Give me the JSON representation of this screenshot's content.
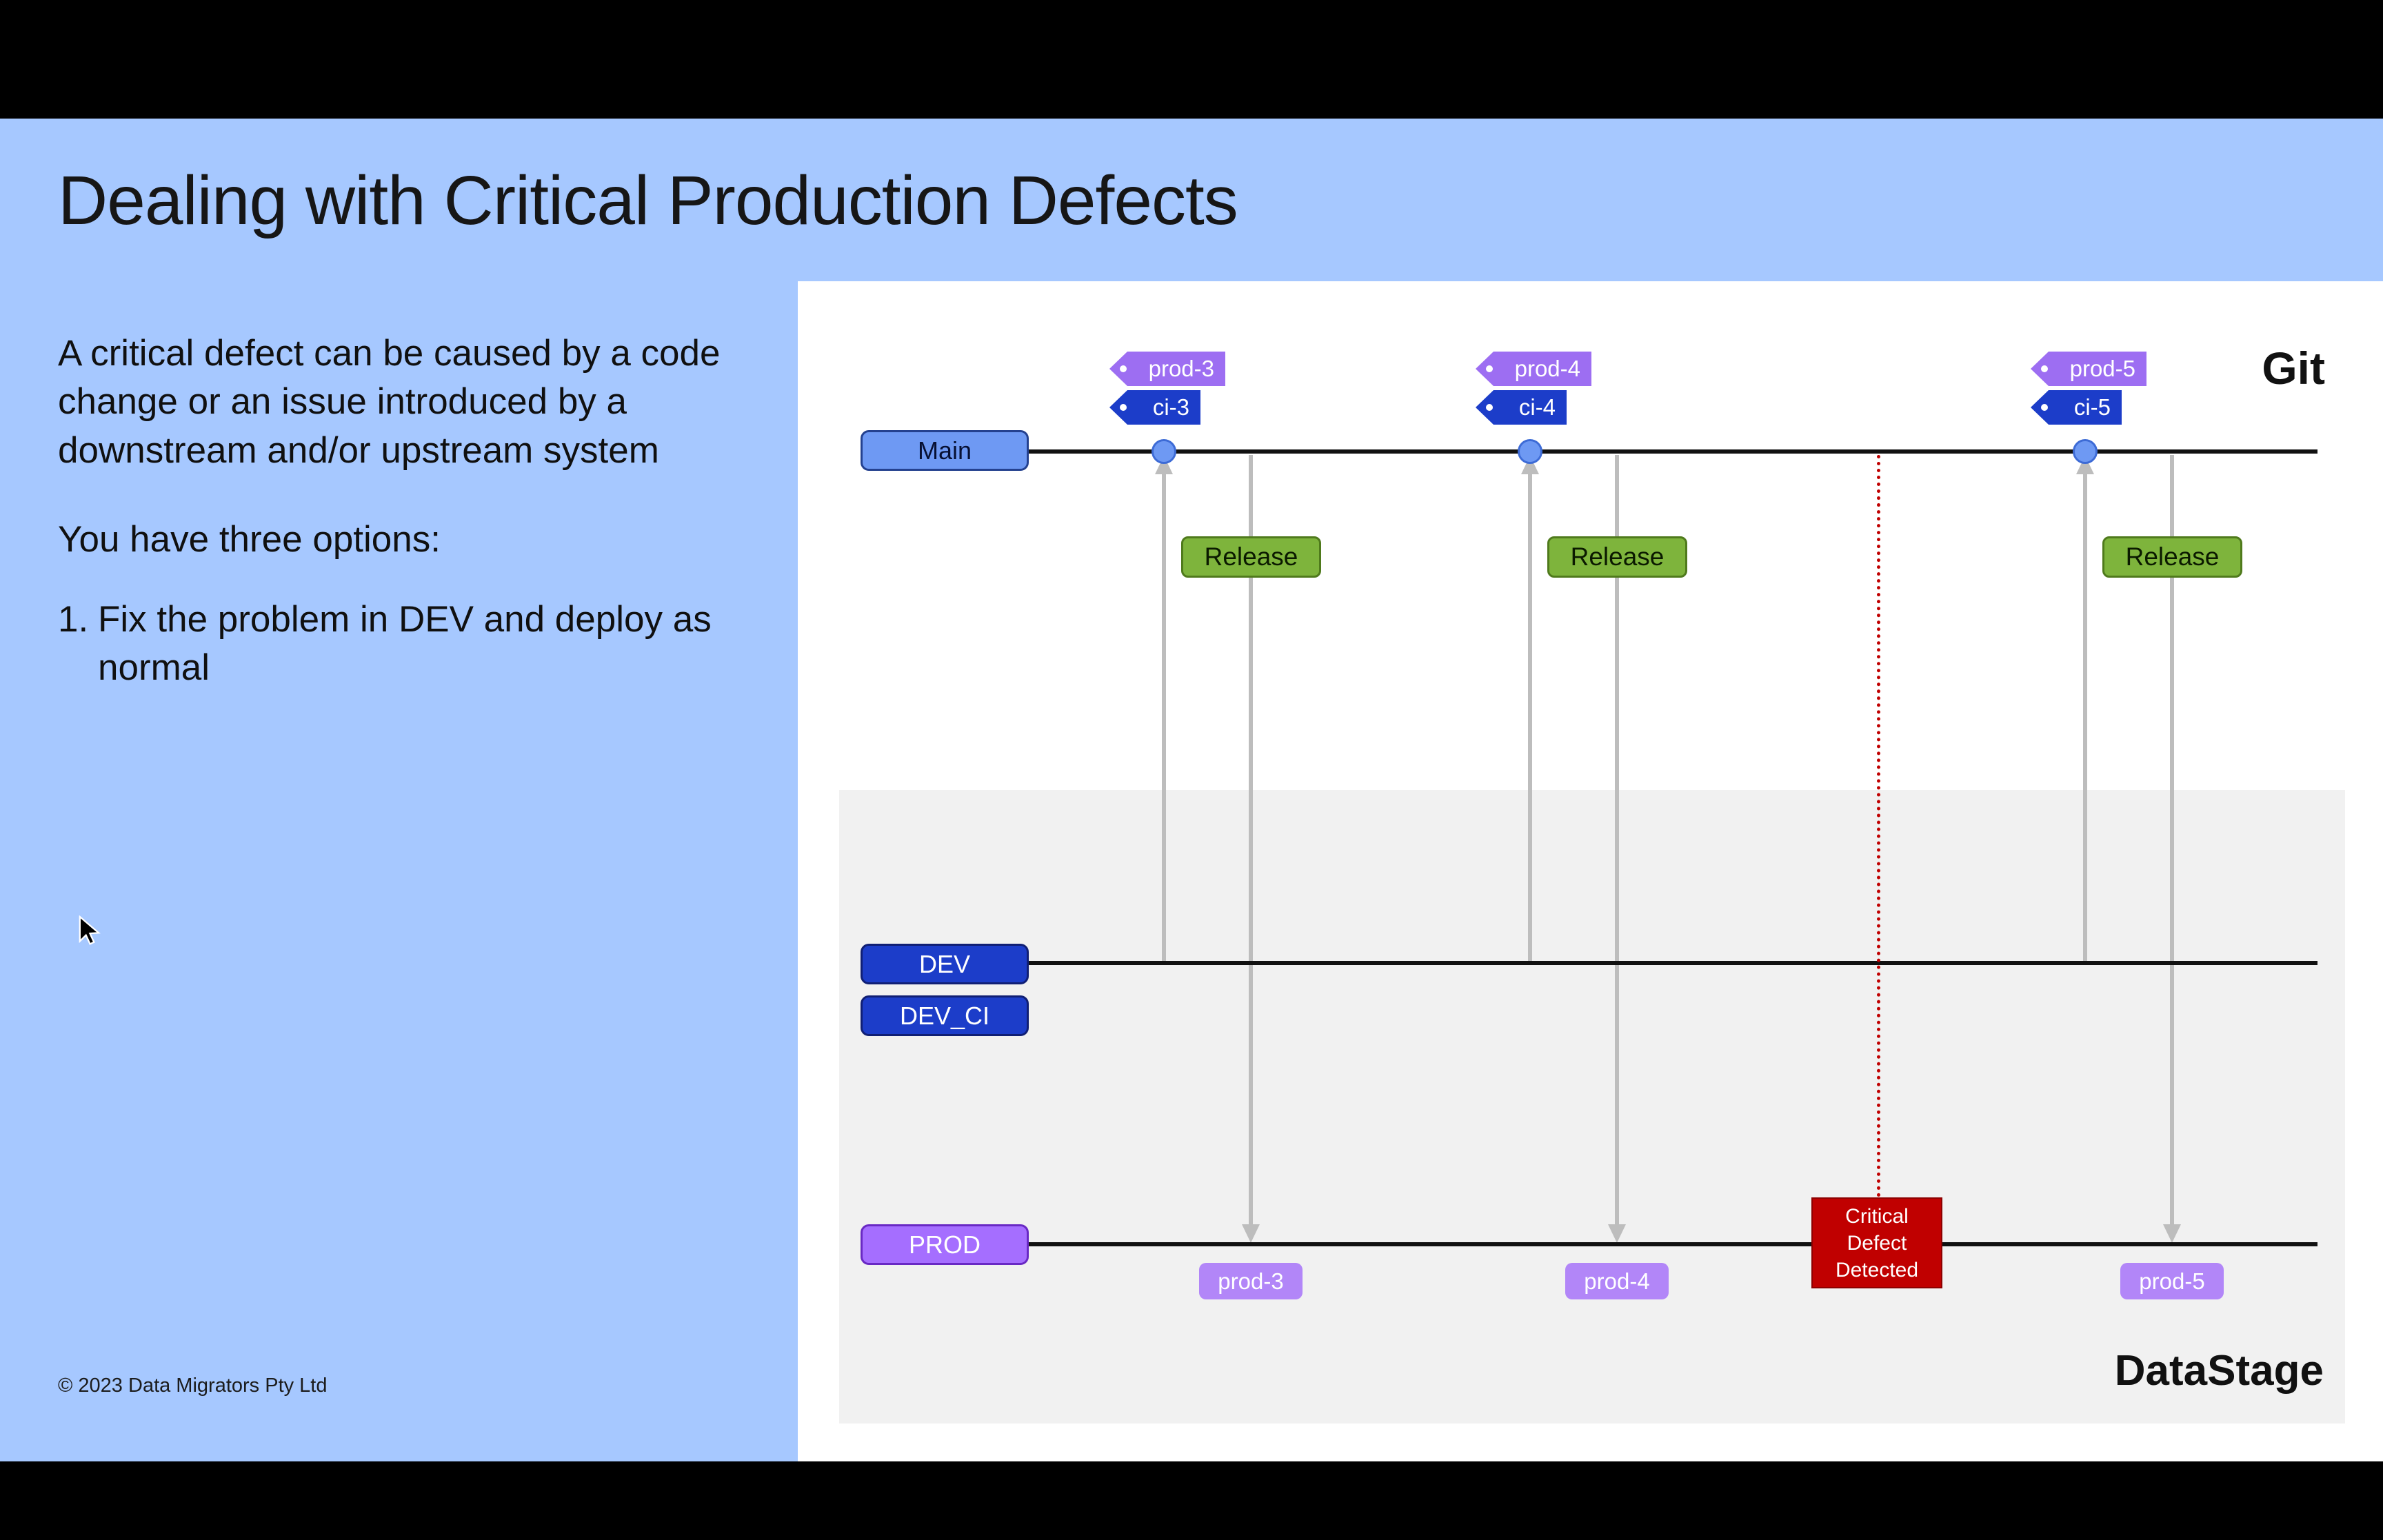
{
  "slide": {
    "title": "Dealing with Critical Production Defects",
    "body": {
      "paragraph1": "A critical defect can be caused by a code change or an issue introduced by a downstream and/or upstream system",
      "paragraph2": "You have three options:",
      "list": [
        {
          "number": "1.",
          "text": "Fix the problem in DEV and deploy as normal"
        }
      ]
    },
    "footer": "© 2023 Data Migrators Pty Ltd"
  },
  "diagram": {
    "git_label": "Git",
    "datastage_label": "DataStage",
    "branches": {
      "main": "Main",
      "dev": "DEV",
      "dev_ci": "DEV_CI",
      "prod": "PROD"
    },
    "groups": [
      {
        "prod_tag": "prod-3",
        "ci_tag": "ci-3",
        "release": "Release",
        "prod_deploy": "prod-3"
      },
      {
        "prod_tag": "prod-4",
        "ci_tag": "ci-4",
        "release": "Release",
        "prod_deploy": "prod-4"
      },
      {
        "prod_tag": "prod-5",
        "ci_tag": "ci-5",
        "release": "Release",
        "prod_deploy": "prod-5"
      }
    ],
    "critical_defect": "Critical\nDefect\nDetected",
    "colors": {
      "slide_bg": "#a6c8ff",
      "main_fill": "#6e99f3",
      "dev_fill": "#1c3dc9",
      "prod_fill": "#a56eff",
      "deploy_fill": "#b286f8",
      "release_fill": "#7eb43c",
      "defect_red": "#c00000",
      "arrow_gray": "#bdbdbd",
      "panel_gray": "#f1f1f1"
    }
  }
}
